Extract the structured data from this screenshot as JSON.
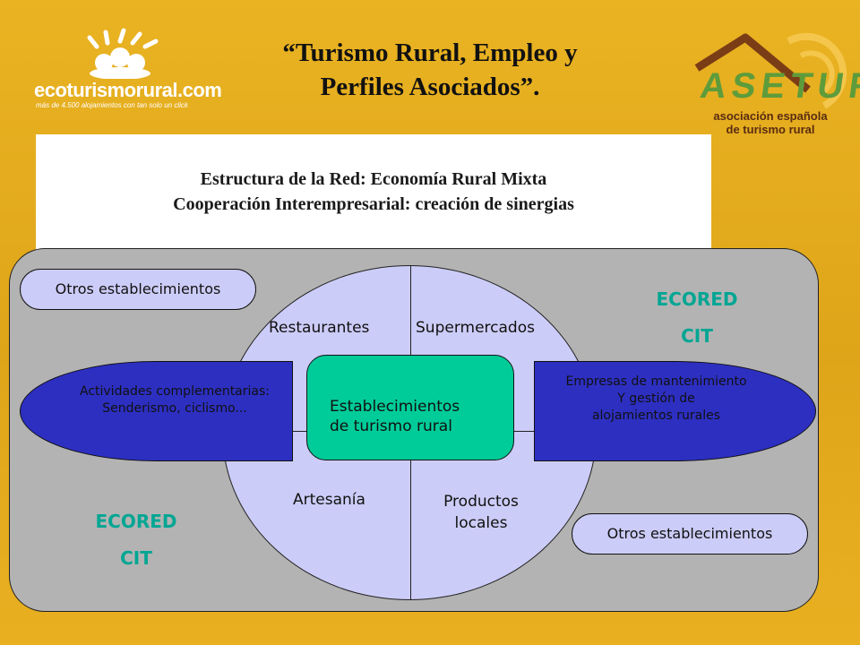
{
  "slide": {
    "title_line1": "“Turismo Rural, Empleo y",
    "title_line2": "Perfiles Asociados”.",
    "heading_line1": "Estructura de la Red: Economía Rural Mixta",
    "heading_line2": "Cooperación Interempresarial: creación de sinergias"
  },
  "logo_left": {
    "brand": "ecoturismorural.com",
    "tagline": "más de 4.500 alojamientos con tan solo un click",
    "icon": "people-cheering-icon"
  },
  "logo_right": {
    "letters": "ASETUR",
    "sub_line1": "asociación española",
    "sub_line2": "de turismo rural",
    "icon": "roof-sun-icon"
  },
  "diagram": {
    "quadrants": {
      "top_left": "Restaurantes",
      "top_right": "Supermercados",
      "bottom_left": "Artesanía",
      "bottom_right_line1": "Productos",
      "bottom_right_line2": "locales"
    },
    "center_line1": "Establecimientos",
    "center_line2": "de turismo rural",
    "left_oval_line1": "Actividades complementarias:",
    "left_oval_line2": "Senderismo, ciclismo...",
    "right_oval_line1": "Empresas de mantenimiento",
    "right_oval_line2": "Y gestión de",
    "right_oval_line3": "alojamientos rurales",
    "pill_top": "Otros establecimientos",
    "pill_bottom": "Otros establecimientos",
    "ecored_top_line1": "ECORED",
    "ecored_top_line2": "CIT",
    "ecored_bottom_line1": "ECORED",
    "ecored_bottom_line2": "CIT"
  },
  "colors": {
    "background": "#e6ad1e",
    "circle": "#ccccf8",
    "blue_ovals": "#2d2fc1",
    "center": "#00cc99",
    "ecored_text": "#00a693",
    "gray_box": "#b3b3b3"
  }
}
